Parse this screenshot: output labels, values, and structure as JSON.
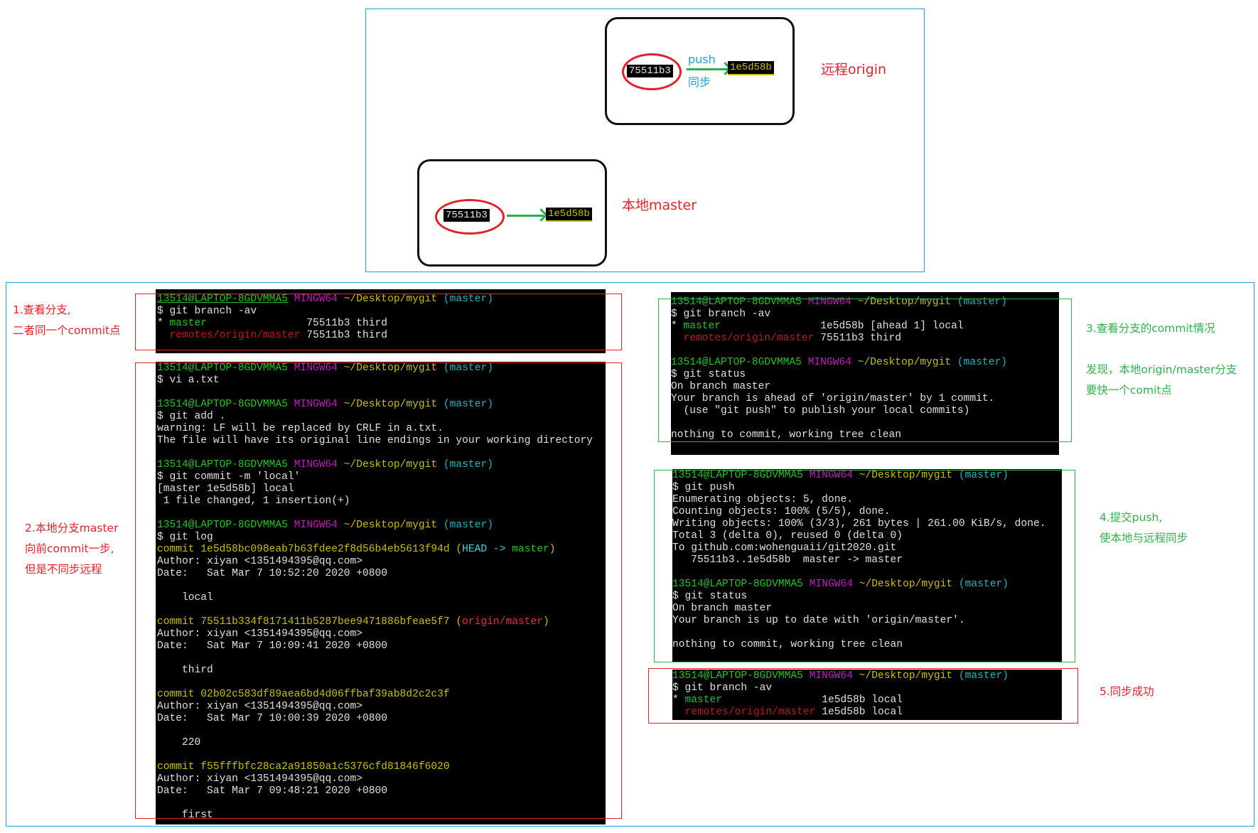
{
  "diagram": {
    "remote": {
      "label": "远程origin",
      "old_commit": "75511b3",
      "new_commit": "1e5d58b",
      "arrow_top_label": "push",
      "arrow_bottom_label": "同步"
    },
    "local": {
      "label": "本地master",
      "old_commit": "75511b3",
      "new_commit": "1e5d58b"
    }
  },
  "annotations": {
    "step1": [
      "1.查看分支,",
      "二者同一个commit点"
    ],
    "step2": [
      "2.本地分支master",
      "向前commit一步,",
      "但是不同步远程"
    ],
    "step3": [
      "3.查看分支的commit情况",
      "",
      "发现，本地origin/master分支",
      "要快一个comit点"
    ],
    "step4": [
      "4.提交push,",
      "使本地与远程同步"
    ],
    "step5": [
      "5.同步成功"
    ]
  },
  "prompt": {
    "user": "13514@LAPTOP-8GDVMMA5",
    "system": "MINGW64",
    "path": "~/Desktop/mygit",
    "branch": "(master)"
  },
  "terminal1": {
    "command": "$ git branch -av",
    "branches": [
      {
        "star": "* ",
        "name": "master",
        "pad": "                ",
        "info": "75511b3 third"
      },
      {
        "star": "  ",
        "name": "remotes/origin/master",
        "pad": " ",
        "info": "75511b3 third"
      }
    ]
  },
  "terminal2": {
    "cmd_vi": "$ vi a.txt",
    "cmd_add": "$ git add .",
    "add_output": [
      "warning: LF will be replaced by CRLF in a.txt.",
      "The file will have its original line endings in your working directory"
    ],
    "cmd_commit": "$ git commit -m 'local'",
    "commit_output": [
      "[master 1e5d58b] local",
      " 1 file changed, 1 insertion(+)"
    ],
    "cmd_log": "$ git log",
    "log": [
      {
        "commit": "commit 1e5d58bc098eab7b63fdee2f8d56b4eb5613f94d",
        "ref_open": " (",
        "ref_head": "HEAD -> ",
        "ref_name": "master",
        "ref_close": ")",
        "author": "Author: xiyan <1351494395@qq.com>",
        "date": "Date:   Sat Mar 7 10:52:20 2020 +0800",
        "message": "    local"
      },
      {
        "commit": "commit 75511b334f8171411b5287bee9471886bfeae5f7",
        "ref_open": " (",
        "ref_name": "origin/master",
        "ref_close": ")",
        "author": "Author: xiyan <1351494395@qq.com>",
        "date": "Date:   Sat Mar 7 10:09:41 2020 +0800",
        "message": "    third"
      },
      {
        "commit": "commit 02b02c583df89aea6bd4d06ffbaf39ab8d2c2c3f",
        "author": "Author: xiyan <1351494395@qq.com>",
        "date": "Date:   Sat Mar 7 10:00:39 2020 +0800",
        "message": "    220"
      },
      {
        "commit": "commit f55fffbfc28ca2a91850a1c5376cfd81846f6020",
        "author": "Author: xiyan <1351494395@qq.com>",
        "date": "Date:   Sat Mar 7 09:48:21 2020 +0800",
        "message": "    first"
      }
    ]
  },
  "terminal3": {
    "command": "$ git branch -av",
    "branches": [
      {
        "star": "* ",
        "name": "master",
        "pad": "                ",
        "info": "1e5d58b [ahead 1] local"
      },
      {
        "star": "  ",
        "name": "remotes/origin/master",
        "pad": " ",
        "info": "75511b3 third"
      }
    ],
    "status_command": "$ git status",
    "status_output": [
      "On branch master",
      "Your branch is ahead of 'origin/master' by 1 commit.",
      "  (use \"git push\" to publish your local commits)",
      "",
      "nothing to commit, working tree clean"
    ]
  },
  "terminal4": {
    "command": "$ git push",
    "push_output": [
      "Enumerating objects: 5, done.",
      "Counting objects: 100% (5/5), done.",
      "Writing objects: 100% (3/3), 261 bytes | 261.00 KiB/s, done.",
      "Total 3 (delta 0), reused 0 (delta 0)",
      "To github.com:wohenguaii/git2020.git",
      "   75511b3..1e5d58b  master -> master"
    ],
    "status_command": "$ git status",
    "status_output": [
      "On branch master",
      "Your branch is up to date with 'origin/master'.",
      "",
      "nothing to commit, working tree clean"
    ]
  },
  "terminal5": {
    "command": "$ git branch -av",
    "branches": [
      {
        "star": "* ",
        "name": "master",
        "pad": "                ",
        "info": "1e5d58b local"
      },
      {
        "star": "  ",
        "name": "remotes/origin/master",
        "pad": " ",
        "info": "1e5d58b local"
      }
    ]
  },
  "colors": {
    "frame_blue": "#1aa3dc",
    "frame_red": "#e8202a",
    "frame_green": "#2fb24a",
    "arrow_green": "#27b04b",
    "prompt_user": "#22c322",
    "prompt_system": "#c01dc0",
    "prompt_path": "#c8c000",
    "prompt_branch": "#1fb6c0"
  }
}
